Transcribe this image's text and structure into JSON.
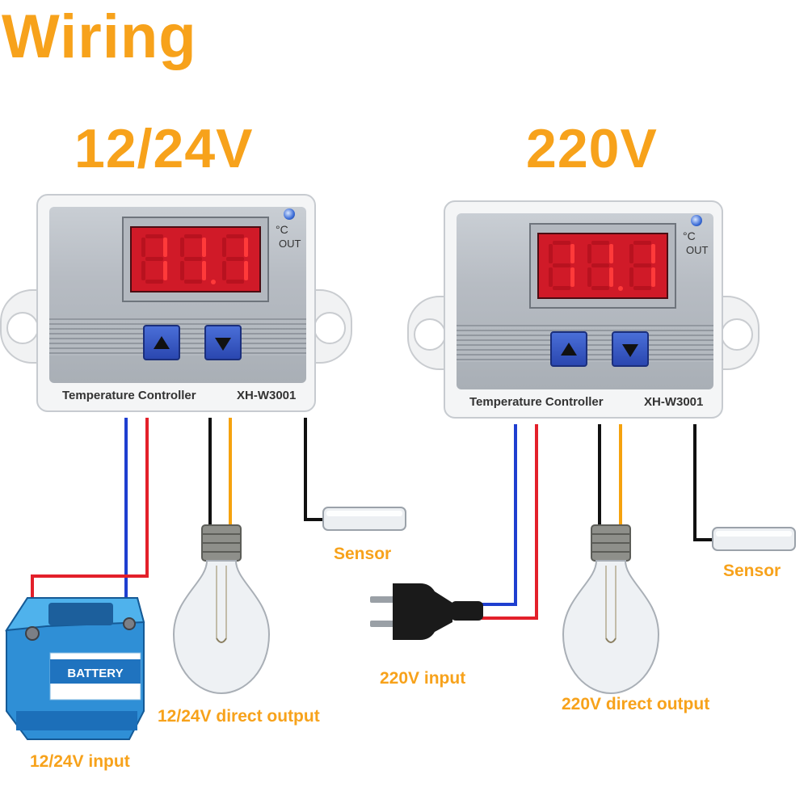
{
  "title": "Wiring",
  "sections": [
    {
      "voltage": "12/24V"
    },
    {
      "voltage": "220V"
    }
  ],
  "controller": {
    "product_name": "Temperature Controller",
    "model": "XH-W3001",
    "display": "11.1",
    "unit": "°C",
    "indicator": "OUT"
  },
  "labels": {
    "sensor": "Sensor",
    "input_12_24": "12/24V input",
    "output_12_24": "12/24V  direct output",
    "input_220": "220V input",
    "output_220": "220V  direct output"
  },
  "battery": {
    "label": "BATTERY"
  },
  "colors": {
    "label_orange": "#f7a21b",
    "wire_blue": "#1f3fd0",
    "wire_red": "#e3202a",
    "wire_black": "#111111",
    "wire_orange": "#f5a20e",
    "lcd_red": "#d01a28",
    "button_blue": "#2f50c0"
  },
  "icons": [
    "battery-icon",
    "light-bulb-icon",
    "temperature-probe-icon",
    "power-plug-icon",
    "up-arrow-icon",
    "down-arrow-icon"
  ]
}
